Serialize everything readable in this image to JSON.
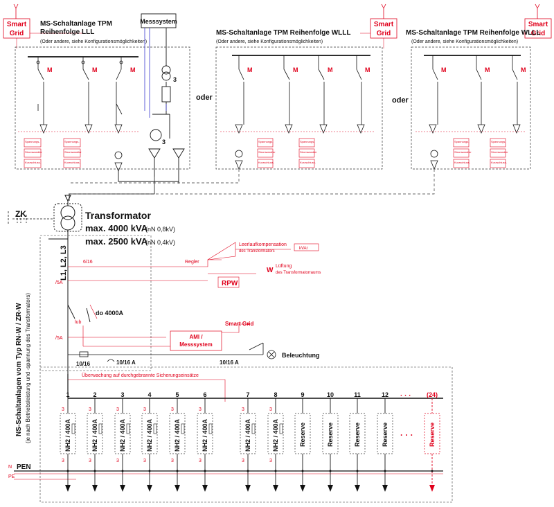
{
  "smart_grid_boxes": [
    {
      "line1": "Smart",
      "line2": "Grid"
    },
    {
      "line1": "Smart",
      "line2": "Grid"
    },
    {
      "line1": "Smart",
      "line2": "Grid"
    }
  ],
  "ms_panels": [
    {
      "title1": "MS-Schaltanlage TPM",
      "title2": "Reihenfolge LLL",
      "subtitle": "(Oder andere, siehe Konfigurationsmöglichkeiten)"
    },
    {
      "title1": "MS-Schaltanlage TPM Reihenfolge WLLL",
      "subtitle": "(Oder andere, siehe Konfigurationsmöglichkeiten)"
    },
    {
      "title1": "MS-Schaltanlage TPM Reihenfolge WLLL",
      "subtitle": "(Oder andere, siehe Konfigurationsmöglichkeiten)"
    }
  ],
  "messsystem_top": "Messsystem",
  "oder": "oder",
  "motor_label": "M",
  "ct_ratio_3": "3",
  "small_box_labels": {
    "spannungs": "Spannungs-\nanzeige",
    "stromwandler": "Stromwandler",
    "kurzschluss": "Kurzschluss-\nanzeige",
    "ueberspannung": "Überspannungsableiter"
  },
  "zk": "ZK",
  "transformator": {
    "title": "Transformator",
    "line1_bold": "max. 4000 kVA",
    "line1_light": "(nN 0,8kV)",
    "line2_bold": "max. 2500 kVA",
    "line2_light": "(nN 0,4kV)"
  },
  "phases": "L1, L2, L3",
  "red_labels": {
    "ct_6_16": "6/16",
    "ct_5a_1": "/5A",
    "ct_5a_2": "/5A",
    "regler": "Regler",
    "leerlauf": "Leerlaufkompensation\ndes Transformators",
    "kvar": "kVAr",
    "w": "W",
    "lueftung": "Lüftung\ndes Transformatorraums",
    "rpw": "RPW",
    "lub": "lub",
    "smart_grid_arrow": "Smart Grid",
    "ami": "AMI /\nMesssystem",
    "ueberwachung": "Überwachung auf durchgebrannte Sicherungseinsätze",
    "n": "N",
    "pe": "PE"
  },
  "do_4000a": "do 4000A",
  "beleuchtung": "Beleuchtung",
  "fuse_10_16_a": "10/16",
  "fuse_10_16_b": "10/16 A",
  "fuse_10_16_c": "10/16 A",
  "ns_label": {
    "line1": "NS-Schaltanlagen vom Typ RN-W / ZR-W",
    "line2": "(je nach Betriebsleistung und -spannung des Transformators)"
  },
  "pen": "PEN",
  "feeders": [
    {
      "num": "1",
      "label": "NH2 / 400A"
    },
    {
      "num": "2",
      "label": "NH2 / 400A"
    },
    {
      "num": "3",
      "label": "NH2 / 400A"
    },
    {
      "num": "4",
      "label": "NH2 / 400A"
    },
    {
      "num": "5",
      "label": "NH2 / 400A"
    },
    {
      "num": "6",
      "label": "NH2 / 400A"
    },
    {
      "num": "7",
      "label": "NH2 / 400A"
    },
    {
      "num": "8",
      "label": "NH2 / 400A"
    },
    {
      "num": "9",
      "label": "Reserve"
    },
    {
      "num": "10",
      "label": "Reserve"
    },
    {
      "num": "11",
      "label": "Reserve"
    },
    {
      "num": "12",
      "label": "Reserve"
    },
    {
      "num": "(24)",
      "label": "Reserve"
    }
  ],
  "ellipsis": "· · ·",
  "colors": {
    "red": "#e0001b",
    "black": "#111111",
    "blue": "#3a3ad0",
    "gray": "#666666"
  }
}
